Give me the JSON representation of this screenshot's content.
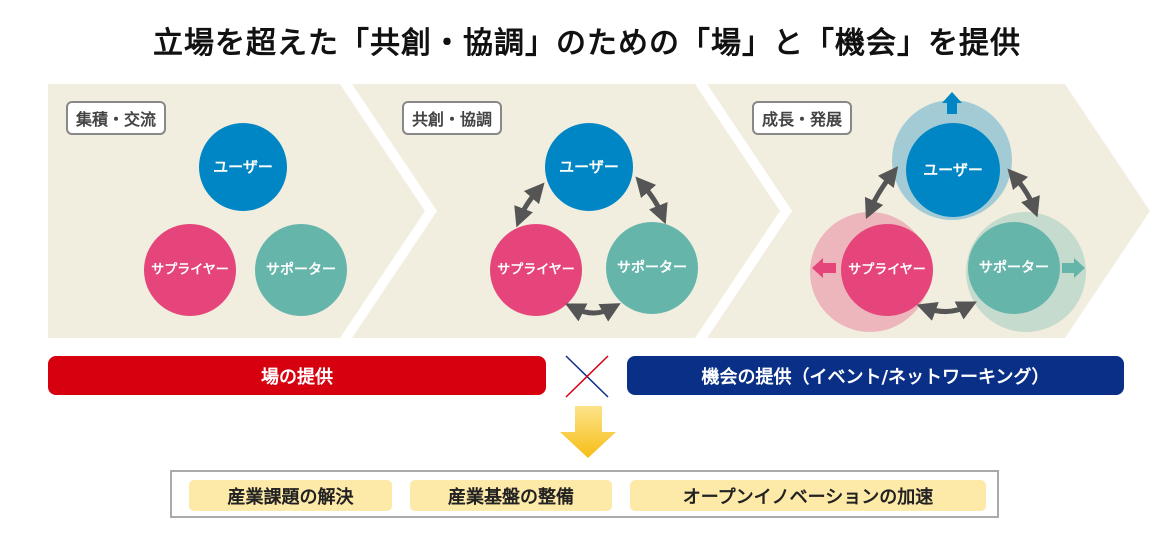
{
  "title": "立場を超えた「共創・協調」のための「場」と「機会」を提供",
  "stages": [
    {
      "label": "集積・交流"
    },
    {
      "label": "共創・協調"
    },
    {
      "label": "成長・発展"
    }
  ],
  "roles": {
    "user": "ユーザー",
    "supplier": "サプライヤー",
    "supporter": "サポーター"
  },
  "bars": {
    "place": "場の提供",
    "opportunity": "機会の提供（イベント/ネットワーキング）"
  },
  "outcomes": [
    "産業課題の解決",
    "産業基盤の整備",
    "オープンイノベーションの加速"
  ],
  "colors": {
    "user": "#0086c4",
    "supplier": "#e5457a",
    "supporter": "#66b5ab",
    "red": "#d7000f",
    "navy": "#0a2f86",
    "panel": "#f2eedf"
  }
}
